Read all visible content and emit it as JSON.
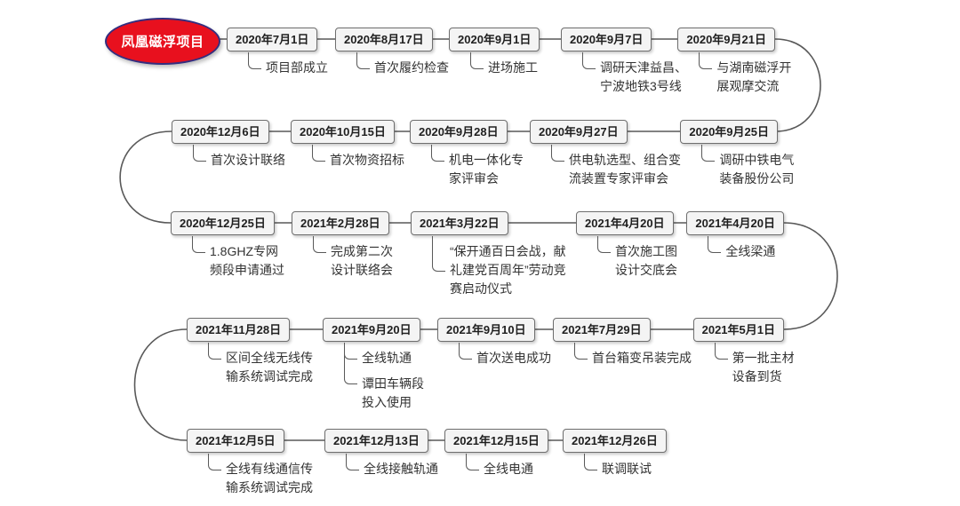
{
  "title": {
    "text": "凤凰磁浮项目"
  },
  "colors": {
    "line": "#595959",
    "node_fill": "#f4f4f4",
    "node_border": "#6e6e6e",
    "node_text": "#1f1f1f",
    "label_text": "#333333",
    "title_fill": "#e8101e",
    "title_border": "#332e80",
    "title_text": "#ffffff"
  },
  "rows": [
    {
      "nodes": [
        {
          "date": "2020年7月1日",
          "label": "项目部成立"
        },
        {
          "date": "2020年8月17日",
          "label": "首次履约检查"
        },
        {
          "date": "2020年9月1日",
          "label": "进场施工"
        },
        {
          "date": "2020年9月7日",
          "label": "调研天津益昌、\n宁波地铁3号线"
        },
        {
          "date": "2020年9月21日",
          "label": "与湖南磁浮开\n展观摩交流"
        }
      ]
    },
    {
      "nodes": [
        {
          "date": "2020年12月6日",
          "label": "首次设计联络"
        },
        {
          "date": "2020年10月15日",
          "label": "首次物资招标"
        },
        {
          "date": "2020年9月28日",
          "label": "机电一体化专\n家评审会"
        },
        {
          "date": "2020年9月27日",
          "label": "供电轨选型、组合变\n流装置专家评审会"
        },
        {
          "date": "2020年9月25日",
          "label": "调研中铁电气\n装备股份公司"
        }
      ]
    },
    {
      "nodes": [
        {
          "date": "2020年12月25日",
          "label": "1.8GHZ专网\n频段申请通过"
        },
        {
          "date": "2021年2月28日",
          "label": "完成第二次\n设计联络会"
        },
        {
          "date": "2021年3月22日",
          "label": "“保开通百日会战，献\n礼建党百周年”劳动竞\n赛启动仪式"
        },
        {
          "date": "2021年4月20日",
          "label": "首次施工图\n设计交底会"
        },
        {
          "date": "2021年4月20日",
          "label": "全线梁通"
        }
      ]
    },
    {
      "nodes": [
        {
          "date": "2021年11月28日",
          "label": "区间全线无线传\n输系统调试完成"
        },
        {
          "date": "2021年9月20日",
          "label": "全线轨通",
          "label2": "谭田车辆段\n投入使用"
        },
        {
          "date": "2021年9月10日",
          "label": "首次送电成功"
        },
        {
          "date": "2021年7月29日",
          "label": "首台箱变吊装完成"
        },
        {
          "date": "2021年5月1日",
          "label": "第一批主材\n设备到货"
        }
      ]
    },
    {
      "nodes": [
        {
          "date": "2021年12月5日",
          "label": "全线有线通信传\n输系统调试完成"
        },
        {
          "date": "2021年12月13日",
          "label": "全线接触轨通"
        },
        {
          "date": "2021年12月15日",
          "label": "全线电通"
        },
        {
          "date": "2021年12月26日",
          "label": "联调联试"
        }
      ]
    }
  ]
}
